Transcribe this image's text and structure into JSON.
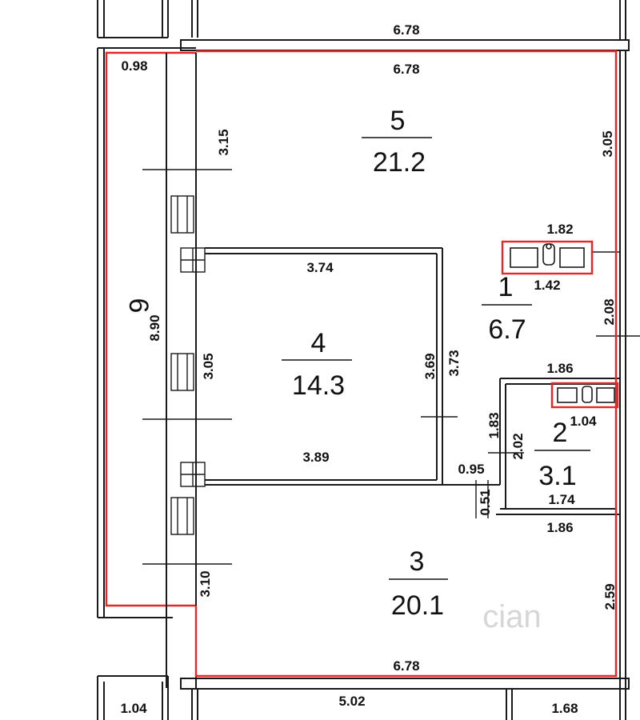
{
  "rooms": [
    {
      "id": "room-5",
      "number": "5",
      "area": "21.2"
    },
    {
      "id": "room-4",
      "number": "4",
      "area": "14.3"
    },
    {
      "id": "room-1",
      "number": "1",
      "area": "6.7"
    },
    {
      "id": "room-2",
      "number": "2",
      "area": "3.1"
    },
    {
      "id": "room-3",
      "number": "3",
      "area": "20.1"
    },
    {
      "id": "room-6",
      "number": "6",
      "area": ""
    }
  ],
  "dimensions": {
    "top_outer": "6.78",
    "room5_top": "6.78",
    "balcony_top": "0.98",
    "room5_left": "3.15",
    "room5_right": "3.05",
    "room1_fixture_top": "1.82",
    "room1_fixture_bottom": "1.42",
    "room1_right": "2.08",
    "room4_top": "3.74",
    "room4_left": "3.05",
    "room4_right_inner": "3.69",
    "room4_right_outer": "3.73",
    "room4_bottom": "3.89",
    "balcony_length": "8.90",
    "room2_top": "1.86",
    "room2_fixture": "1.04",
    "room2_left_a": "1.83",
    "room2_left_b": "2.02",
    "room2_bottom_inner": "1.74",
    "room2_bottom_outer": "1.86",
    "passage": "0.95",
    "passage_depth": "0.51",
    "room3_left": "3.10",
    "room3_right": "2.59",
    "room3_bottom": "6.78",
    "bottom_mid": "5.02",
    "bottom_left": "1.04",
    "bottom_right": "1.68"
  },
  "watermark": "cian"
}
